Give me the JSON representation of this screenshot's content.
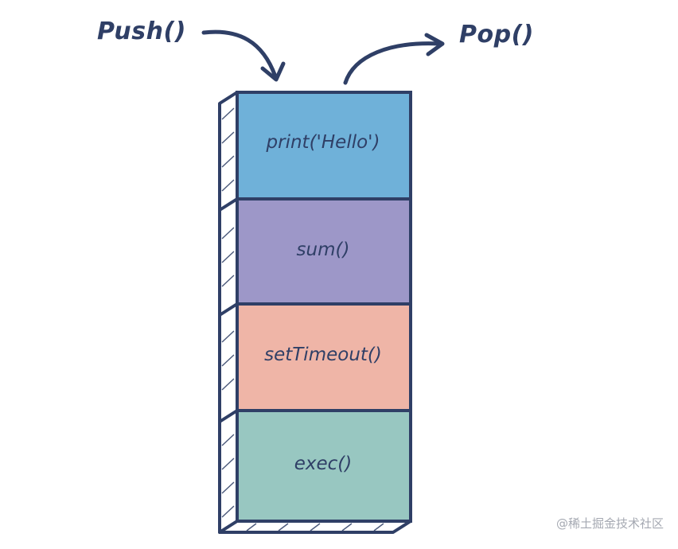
{
  "operations": {
    "push": "Push()",
    "pop": "Pop()"
  },
  "stack_frames": [
    {
      "label": "print('Hello')",
      "color": "#6fb1d9"
    },
    {
      "label": "sum()",
      "color": "#9d97c8"
    },
    {
      "label": "setTimeout()",
      "color": "#efb5a7"
    },
    {
      "label": "exec()",
      "color": "#98c7c1"
    }
  ],
  "outline_color": "#2f3f66",
  "watermark": "@稀土掘金技术社区"
}
